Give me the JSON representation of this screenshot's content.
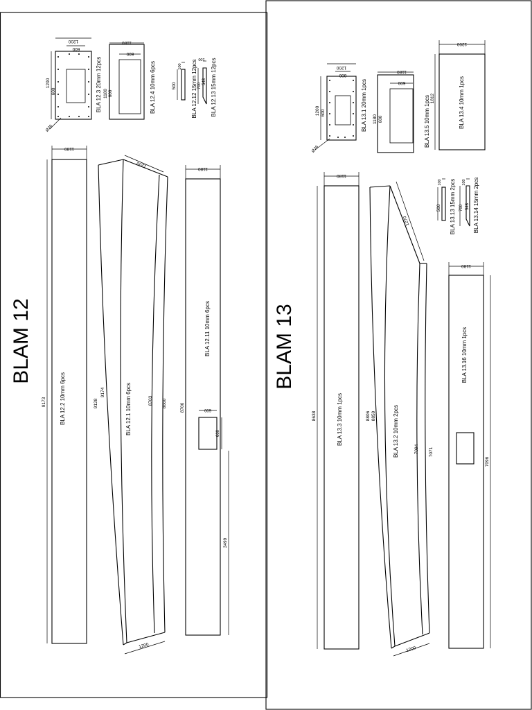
{
  "sheet_left": {
    "title": "BLAM 12",
    "parts": {
      "bla_12_2": {
        "label": "BLA 12.2 10mm 6pcs",
        "width": "1180",
        "length": "9173"
      },
      "bla_12_1": {
        "label": "BLA 12.1 10mm 6pcs",
        "top_width": "1200",
        "bottom_width": "1200",
        "outer_left": "9128",
        "inner_left": "9174",
        "inner_right": "8703",
        "outer_right": "8660"
      },
      "bla_12_11": {
        "label": "BLA 12.11 10mm 6pcs",
        "width": "1180",
        "length": "8706",
        "hole_w": "600",
        "hole_h": "600",
        "offset": "3499"
      },
      "bla_12_3": {
        "label": "BLA 12.3 20mm 12pcs",
        "outer": "1200",
        "inner": "600",
        "height": "1200",
        "inner_h": "600",
        "hole": "Ø26"
      },
      "bla_12_4": {
        "label": "BLA 12.4 10mm 6pcs",
        "outer": "1180",
        "inner": "600",
        "height": "1180",
        "inner_h": "600"
      },
      "bla_12_12": {
        "label": "BLA 12.12 15mm 12pcs",
        "w": "100",
        "h": "500"
      },
      "bla_12_13": {
        "label": "BLA 12.13 15mm 12pcs",
        "w": "100",
        "h1": "700",
        "h2": "548"
      }
    }
  },
  "sheet_right": {
    "title": "BLAM 13",
    "parts": {
      "bla_13_3": {
        "label": "BLA 13.3 10mm 1pcs",
        "width": "1180",
        "length": "8638"
      },
      "bla_13_2": {
        "label": "BLA 13.2 10mm 2pcs",
        "top": "1270",
        "bottom_width": "1200",
        "outer_left": "8806",
        "inner_left": "8859",
        "inner_right": "7094",
        "outer_right": "7071"
      },
      "bla_13_16": {
        "label": "BLA 13.16 10mm 1pcs",
        "width": "1180",
        "length": "7096"
      },
      "bla_13_1": {
        "label": "BLA 13.1 20mm 1pcs",
        "outer": "1200",
        "inner": "600",
        "height": "1200",
        "inner_h": "600",
        "hole": "Ø26"
      },
      "bla_13_5": {
        "label": "BLA 13.5 10mm 1pcs",
        "outer": "1180",
        "inner": "600",
        "height": "1180",
        "inner_h": "600"
      },
      "bla_13_4": {
        "label": "BLA 13.4 10mm 1pcs",
        "width": "1200",
        "length": "1812"
      },
      "bla_13_13": {
        "label": "BLA 13.13 15mm 2pcs",
        "w": "100",
        "h": "500"
      },
      "bla_13_14": {
        "label": "BLA 13.14 15mm 2pcs",
        "w": "100",
        "h1": "700",
        "h2": "548"
      }
    }
  }
}
